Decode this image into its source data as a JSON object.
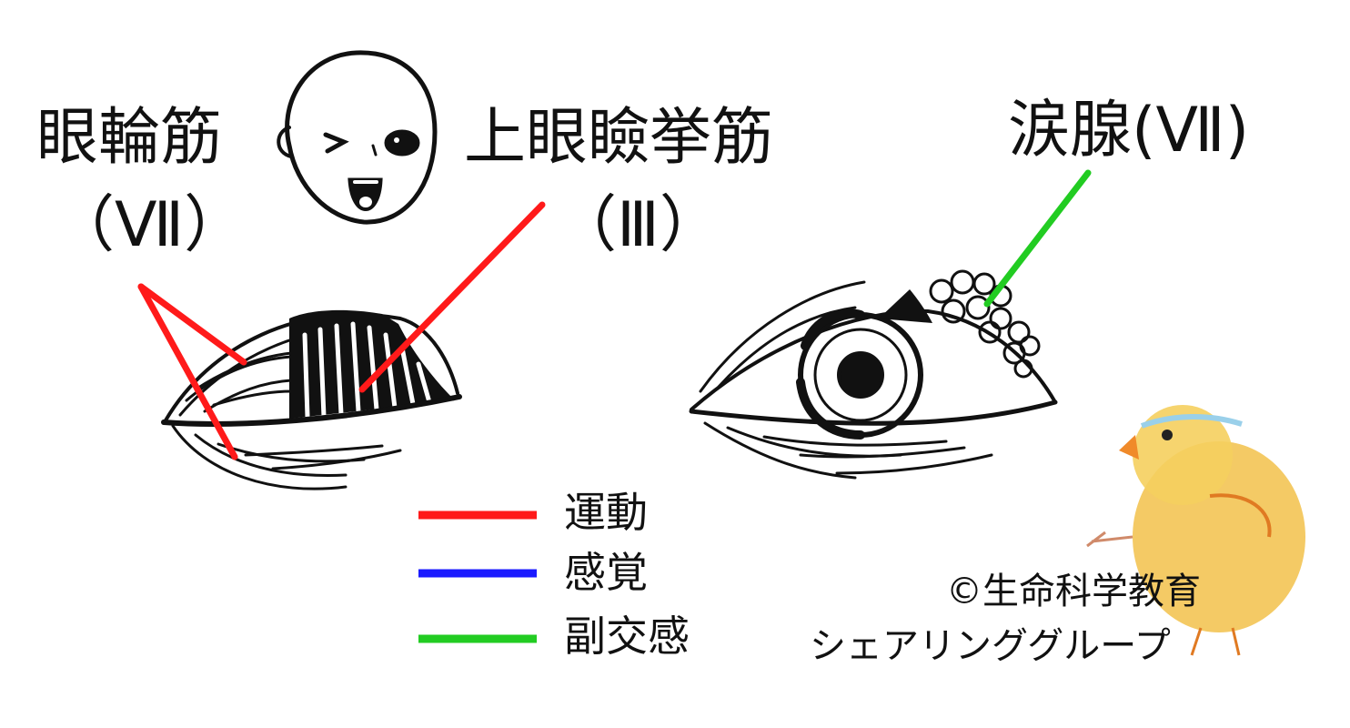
{
  "labels": {
    "orbicularis_line1": "眼輪筋",
    "orbicularis_line2": "（Ⅶ）",
    "levator_line1": "上眼瞼挙筋",
    "levator_line2": "（Ⅲ）",
    "lacrimal": "涙腺(Ⅶ)"
  },
  "legend": {
    "items": [
      {
        "label": "運動",
        "color": "#ff1a1a"
      },
      {
        "label": "感覚",
        "color": "#1a1aff"
      },
      {
        "label": "副交感",
        "color": "#22cc22"
      }
    ]
  },
  "credit": {
    "line1": "©生命科学教育",
    "line2": "シェアリンググループ"
  },
  "colors": {
    "motor": "#ff1a1a",
    "sensory": "#1a1aff",
    "parasympathetic": "#22cc22",
    "chick_body": "#f2c14a",
    "chick_beak": "#f08a2a"
  },
  "icons": {
    "face": "winking-face-icon",
    "left_eye": "closed-eye-icon",
    "right_eye": "open-eye-icon",
    "chick": "chick-mascot-icon"
  }
}
